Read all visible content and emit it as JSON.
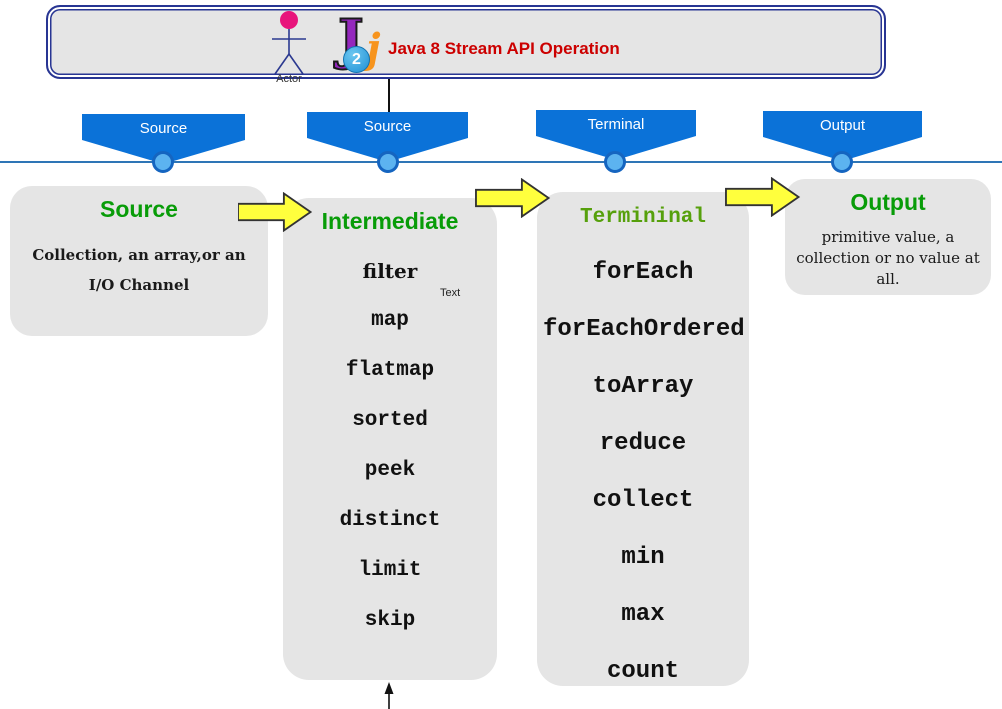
{
  "header": {
    "title": "Java 8 Stream API Operation",
    "actor_label": "Actor",
    "logo_j": "J",
    "logo_swoosh": "j",
    "logo_2": "2"
  },
  "timeline": {
    "banners": [
      "Source",
      "Source",
      "Terminal",
      "Output"
    ]
  },
  "columns": [
    {
      "title": "Source",
      "body": "Collection, an array,or an I/O Channel"
    },
    {
      "title": "Intermediate",
      "note": "Text",
      "items": [
        "filter",
        "map",
        "flatmap",
        "sorted",
        "peek",
        "distinct",
        "limit",
        "skip"
      ]
    },
    {
      "title": "Termininal",
      "items": [
        "forEach",
        "forEachOrdered",
        "toArray",
        "reduce",
        "collect",
        "min",
        "max",
        "count"
      ]
    },
    {
      "title": "Output",
      "body": "primitive value, a collection or no value at all."
    }
  ],
  "colors": {
    "banner_blue": "#0B72D8",
    "timeline_blue": "#2E75B6",
    "node_fill": "#5CB3F0",
    "node_border": "#1565C0",
    "box_gray": "#E5E5E5",
    "title_green": "#089C08",
    "terminal_green": "#56A00C",
    "header_red": "#CC0000",
    "arrow_yellow": "#FFFF3D",
    "border_navy": "#283593"
  }
}
